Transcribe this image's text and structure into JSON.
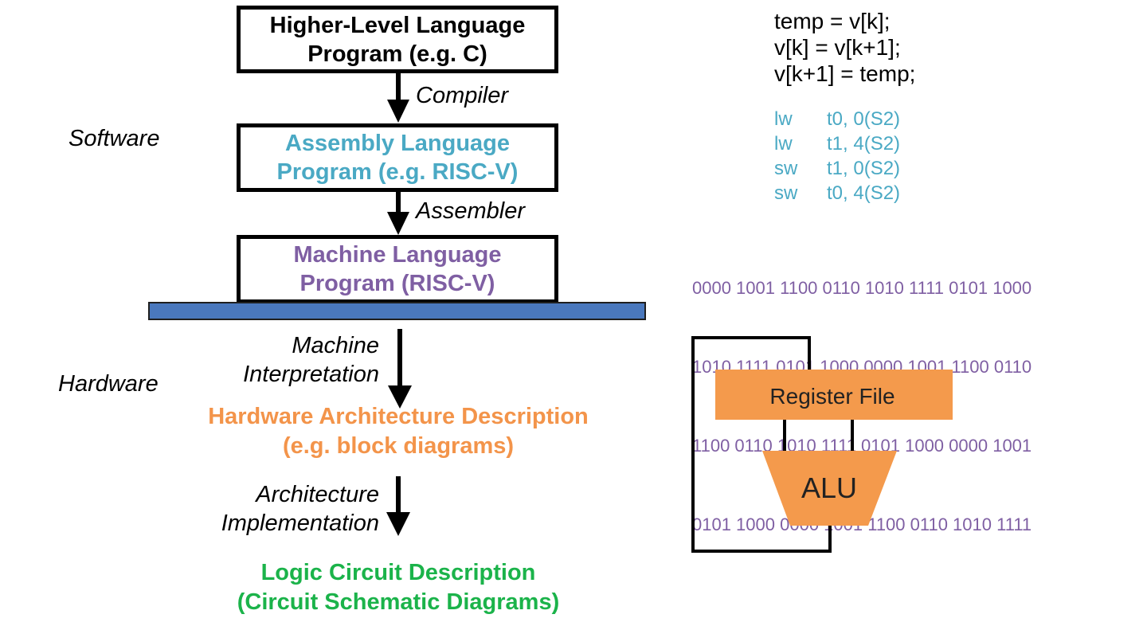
{
  "colors": {
    "asm": "#4aa9c4",
    "machine": "#7f5fa3",
    "hw_arch": "#f3944a",
    "logic": "#1bb34a",
    "divider": "#4a78bd",
    "block_fill": "#f49a4c"
  },
  "levels": {
    "hll": [
      "Higher-Level Language",
      "Program (e.g.  C)"
    ],
    "asm": [
      "Assembly Language",
      "Program (e.g.  RISC-V)"
    ],
    "machine": [
      "Machine Language",
      "Program (RISC-V)"
    ],
    "hw_arch": [
      "Hardware Architecture Description",
      "(e.g.  block diagrams)"
    ],
    "logic": [
      "Logic Circuit Description",
      "(Circuit Schematic Diagrams)"
    ]
  },
  "transitions": {
    "compiler": "Compiler",
    "assembler": "Assembler",
    "machine_interp": [
      "Machine",
      "Interpretation"
    ],
    "arch_impl": [
      "Architecture",
      "Implementation"
    ]
  },
  "domains": {
    "software": "Software",
    "hardware": "Hardware"
  },
  "c_code": [
    "temp = v[k];",
    "v[k] = v[k+1];",
    "v[k+1] = temp;"
  ],
  "assembly": [
    {
      "op": "lw",
      "args": "t0, 0(S2)"
    },
    {
      "op": "lw",
      "args": "t1, 4(S2)"
    },
    {
      "op": "sw",
      "args": "t1, 0(S2)"
    },
    {
      "op": "sw",
      "args": "t0, 4(S2)"
    }
  ],
  "binary": [
    "0000 1001 1100 0110 1010 1111 0101 1000",
    "1010 1111 0101 1000 0000 1001 1100 0110",
    "1100 0110 1010 1111 0101 1000 0000 1001",
    "0101 1000 0000 1001 1100 0110 1010 1111"
  ],
  "block_diagram": {
    "register_file": "Register File",
    "alu": "ALU"
  }
}
